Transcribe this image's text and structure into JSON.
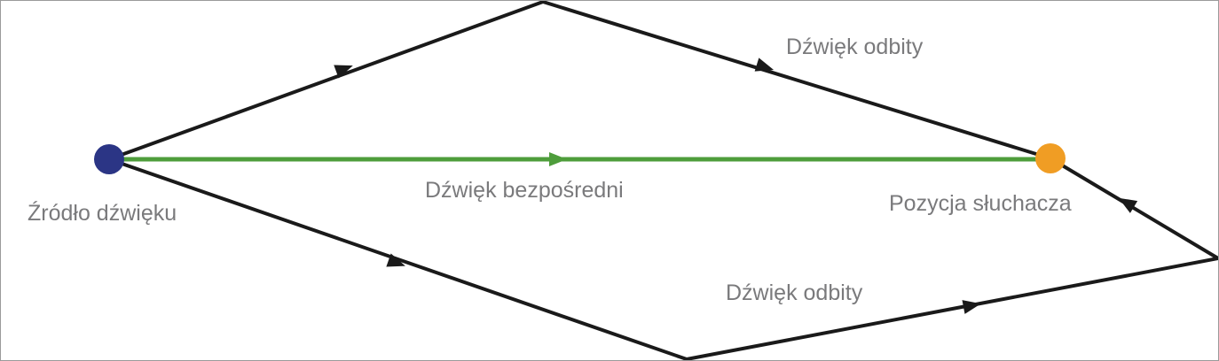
{
  "labels": {
    "source": "Źródło dźwięku",
    "direct": "Dźwięk bezpośredni",
    "listener": "Pozycja słuchacza",
    "reflected_top": "Dźwięk odbity",
    "reflected_bottom": "Dźwięk odbity"
  },
  "colors": {
    "source_node": "#2b3585",
    "listener_node": "#f09d24",
    "direct_path": "#4e9d3b",
    "reflected_path": "#1a1a1a",
    "label_text": "#7a7a7c"
  },
  "icons": {
    "arrowhead": "triangle-arrow-icon"
  }
}
